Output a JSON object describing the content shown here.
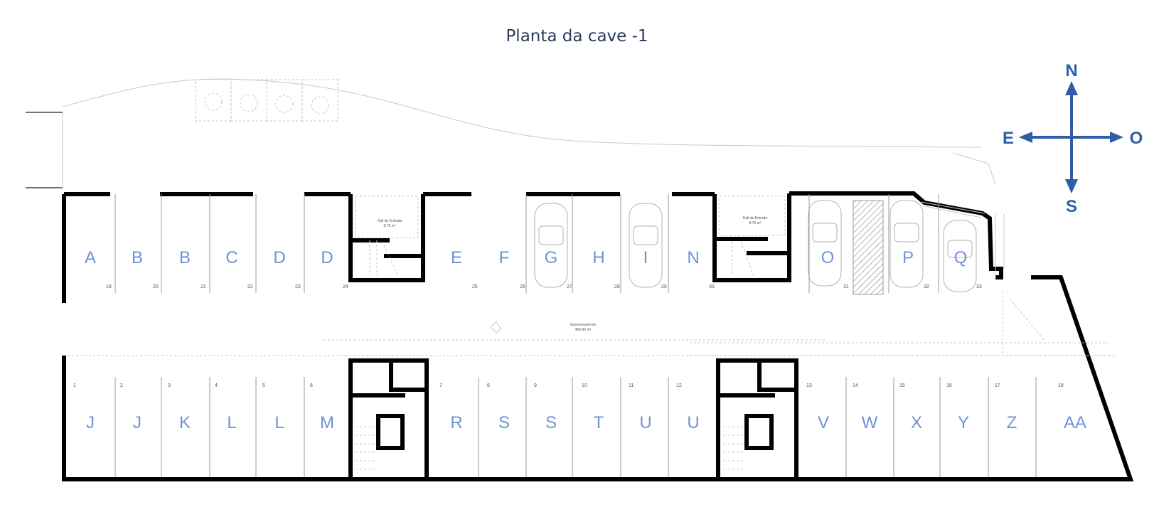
{
  "title": "Planta da cave -1",
  "compass": {
    "north": "N",
    "south": "S",
    "east": "E",
    "west": "O",
    "color": "#2f5da8"
  },
  "spot_color": "#6d93d6",
  "top_row": [
    {
      "label": "A",
      "num": "19"
    },
    {
      "label": "B",
      "num": "20"
    },
    {
      "label": "B",
      "num": "21"
    },
    {
      "label": "C",
      "num": "22"
    },
    {
      "label": "D",
      "num": "23"
    },
    {
      "label": "D",
      "num": "24"
    },
    {
      "label": "E",
      "num": "25"
    },
    {
      "label": "F",
      "num": "26"
    },
    {
      "label": "G",
      "num": "27"
    },
    {
      "label": "H",
      "num": "28"
    },
    {
      "label": "I",
      "num": "29"
    },
    {
      "label": "N",
      "num": "30"
    },
    {
      "label": "O",
      "num": "31"
    },
    {
      "label": "P",
      "num": "32"
    },
    {
      "label": "Q",
      "num": "33"
    }
  ],
  "bottom_row": [
    {
      "label": "J",
      "num": "1"
    },
    {
      "label": "J",
      "num": "2"
    },
    {
      "label": "K",
      "num": "3"
    },
    {
      "label": "L",
      "num": "4"
    },
    {
      "label": "L",
      "num": "5"
    },
    {
      "label": "M",
      "num": "6"
    },
    {
      "label": "R",
      "num": "7"
    },
    {
      "label": "S",
      "num": "8"
    },
    {
      "label": "S",
      "num": "9"
    },
    {
      "label": "T",
      "num": "10"
    },
    {
      "label": "U",
      "num": "11"
    },
    {
      "label": "U",
      "num": "12"
    },
    {
      "label": "V",
      "num": "13"
    },
    {
      "label": "W",
      "num": "14"
    },
    {
      "label": "X",
      "num": "15"
    },
    {
      "label": "Y",
      "num": "16"
    },
    {
      "label": "Z",
      "num": "17"
    },
    {
      "label": "AA",
      "num": "18"
    }
  ],
  "halls": [
    {
      "name": "Hall de Entrada",
      "area": "8.75 m²"
    },
    {
      "name": "Hall de Entrada",
      "area": "8.75 m²"
    }
  ],
  "parking": {
    "name": "Estacionamento",
    "area": "466.80 m²"
  }
}
